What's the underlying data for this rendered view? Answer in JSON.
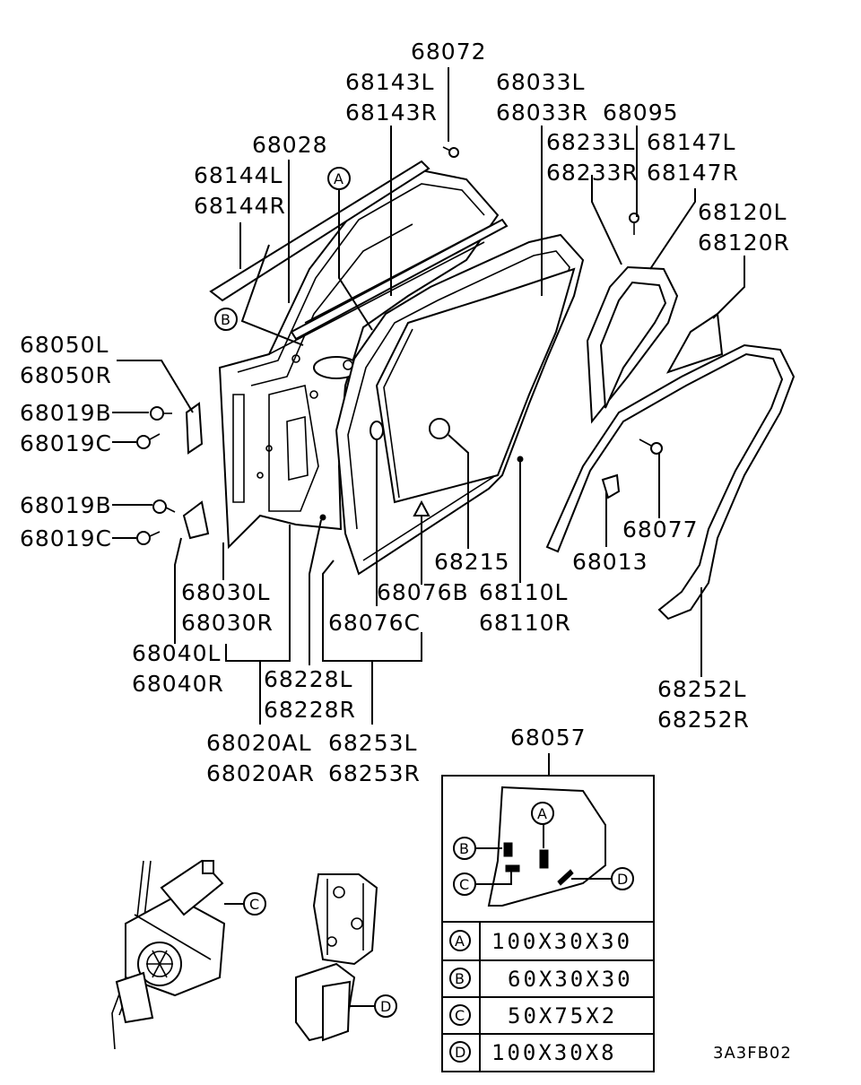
{
  "diagram_id": "3A3FB02",
  "labels": {
    "p68072": "68072",
    "p68143L": "68143L",
    "p68143R": "68143R",
    "p68033L": "68033L",
    "p68033R": "68033R",
    "p68095": "68095",
    "p68028": "68028",
    "p68233L": "68233L",
    "p68233R": "68233R",
    "p68147L": "68147L",
    "p68147R": "68147R",
    "p68144L": "68144L",
    "p68144R": "68144R",
    "p68120L": "68120L",
    "p68120R": "68120R",
    "p68050L": "68050L",
    "p68050R": "68050R",
    "p68019B_1": "68019B",
    "p68019C_1": "68019C",
    "p68019B_2": "68019B",
    "p68019C_2": "68019C",
    "p68077": "68077",
    "p68215": "68215",
    "p68013": "68013",
    "p68030L": "68030L",
    "p68030R": "68030R",
    "p68076B": "68076B",
    "p68076C": "68076C",
    "p68110L": "68110L",
    "p68110R": "68110R",
    "p68040L": "68040L",
    "p68040R": "68040R",
    "p68228L": "68228L",
    "p68228R": "68228R",
    "p68252L": "68252L",
    "p68252R": "68252R",
    "p68020AL": "68020AL",
    "p68020AR": "68020AR",
    "p68253L": "68253L",
    "p68253R": "68253R",
    "p68057": "68057"
  },
  "callouts": {
    "A": "A",
    "B": "B",
    "C": "C",
    "D": "D"
  },
  "table": [
    {
      "key": "A",
      "value": "100X30X30"
    },
    {
      "key": "B",
      "value": "60X30X30"
    },
    {
      "key": "C",
      "value": "50X75X2"
    },
    {
      "key": "D",
      "value": "100X30X8"
    }
  ],
  "icons": [
    "fastener-icon",
    "hinge-icon",
    "regulator-motor-icon",
    "door-lock-actuator-icon"
  ]
}
